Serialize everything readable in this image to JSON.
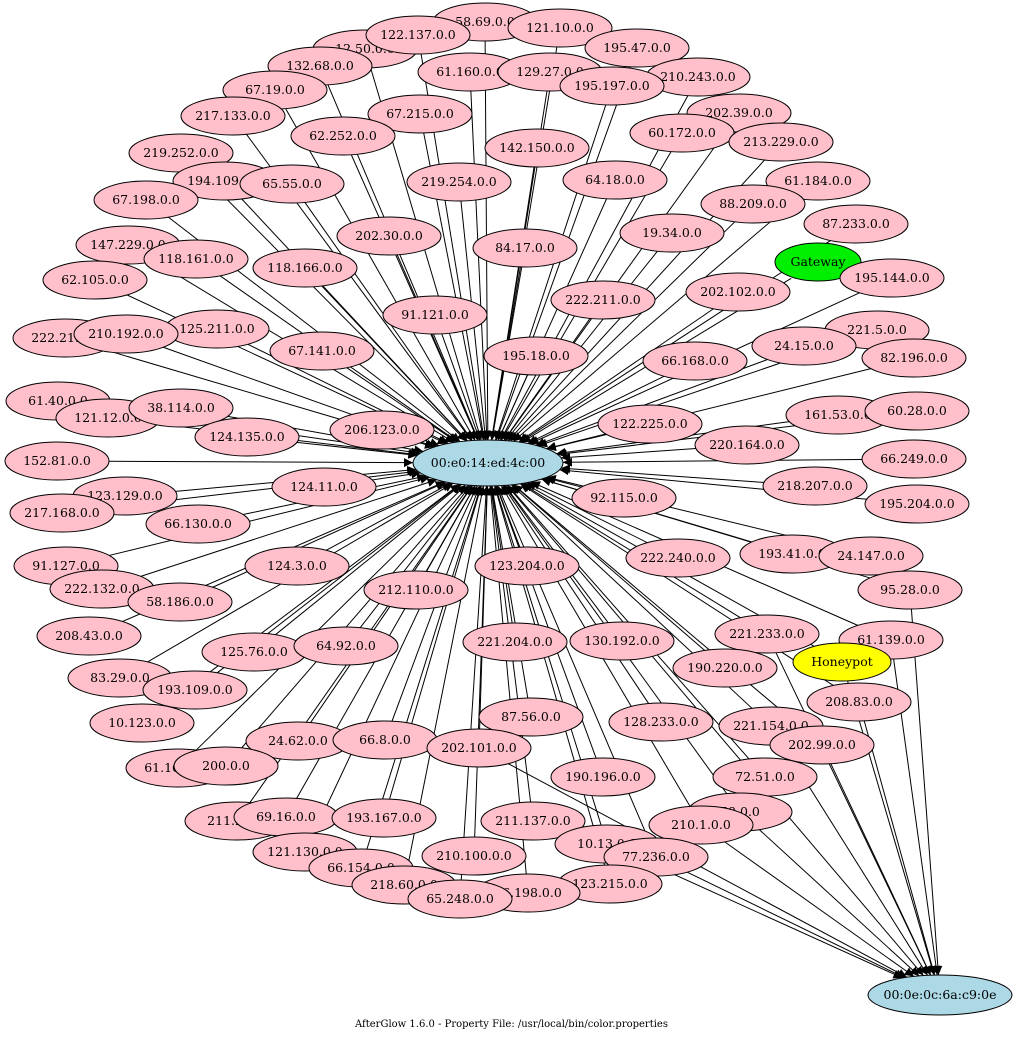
{
  "footer": "AfterGlow 1.6.0 - Property File: /usr/local/bin/color.properties",
  "colors": {
    "ip_node": "#ffc0cb",
    "mac_node": "#add8e6",
    "gateway": "#00ee00",
    "honeypot": "#ffff00",
    "edge": "#000000"
  },
  "hubs": [
    {
      "id": "hub-main",
      "label": "00:e0:14:ed:4c:00"
    },
    {
      "id": "hub-secondary",
      "label": "00:0e:0c:6a:c9:0e"
    }
  ],
  "nodes": [
    {
      "label": "58.69.0.0",
      "type": "ip"
    },
    {
      "label": "121.10.0.0",
      "type": "ip"
    },
    {
      "label": "12.50.0.0",
      "type": "ip"
    },
    {
      "label": "122.137.0.0",
      "type": "ip"
    },
    {
      "label": "195.47.0.0",
      "type": "ip"
    },
    {
      "label": "61.160.0.0",
      "type": "ip"
    },
    {
      "label": "129.27.0.0",
      "type": "ip"
    },
    {
      "label": "210.243.0.0",
      "type": "ip"
    },
    {
      "label": "132.68.0.0",
      "type": "ip"
    },
    {
      "label": "195.197.0.0",
      "type": "ip"
    },
    {
      "label": "67.19.0.0",
      "type": "ip"
    },
    {
      "label": "67.215.0.0",
      "type": "ip"
    },
    {
      "label": "202.39.0.0",
      "type": "ip"
    },
    {
      "label": "217.133.0.0",
      "type": "ip"
    },
    {
      "label": "62.252.0.0",
      "type": "ip"
    },
    {
      "label": "60.172.0.0",
      "type": "ip"
    },
    {
      "label": "213.229.0.0",
      "type": "ip"
    },
    {
      "label": "142.150.0.0",
      "type": "ip"
    },
    {
      "label": "219.252.0.0",
      "type": "ip"
    },
    {
      "label": "194.109.0.0",
      "type": "ip"
    },
    {
      "label": "65.55.0.0",
      "type": "ip"
    },
    {
      "label": "219.254.0.0",
      "type": "ip"
    },
    {
      "label": "64.18.0.0",
      "type": "ip"
    },
    {
      "label": "61.184.0.0",
      "type": "ip"
    },
    {
      "label": "67.198.0.0",
      "type": "ip"
    },
    {
      "label": "88.209.0.0",
      "type": "ip"
    },
    {
      "label": "87.233.0.0",
      "type": "ip"
    },
    {
      "label": "202.30.0.0",
      "type": "ip"
    },
    {
      "label": "19.34.0.0",
      "type": "ip"
    },
    {
      "label": "147.229.0.0",
      "type": "ip"
    },
    {
      "label": "84.17.0.0",
      "type": "ip"
    },
    {
      "label": "Gateway",
      "type": "gateway"
    },
    {
      "label": "118.161.0.0",
      "type": "ip"
    },
    {
      "label": "118.166.0.0",
      "type": "ip"
    },
    {
      "label": "195.144.0.0",
      "type": "ip"
    },
    {
      "label": "62.105.0.0",
      "type": "ip"
    },
    {
      "label": "202.102.0.0",
      "type": "ip"
    },
    {
      "label": "222.211.0.0",
      "type": "ip"
    },
    {
      "label": "91.121.0.0",
      "type": "ip"
    },
    {
      "label": "125.211.0.0",
      "type": "ip"
    },
    {
      "label": "222.21.0.0",
      "type": "ip"
    },
    {
      "label": "210.192.0.0",
      "type": "ip"
    },
    {
      "label": "221.5.0.0",
      "type": "ip"
    },
    {
      "label": "67.141.0.0",
      "type": "ip"
    },
    {
      "label": "24.15.0.0",
      "type": "ip"
    },
    {
      "label": "195.18.0.0",
      "type": "ip"
    },
    {
      "label": "66.168.0.0",
      "type": "ip"
    },
    {
      "label": "82.196.0.0",
      "type": "ip"
    },
    {
      "label": "61.40.0.0",
      "type": "ip"
    },
    {
      "label": "121.12.0.0",
      "type": "ip"
    },
    {
      "label": "38.114.0.0",
      "type": "ip"
    },
    {
      "label": "161.53.0.0",
      "type": "ip"
    },
    {
      "label": "60.28.0.0",
      "type": "ip"
    },
    {
      "label": "122.225.0.0",
      "type": "ip"
    },
    {
      "label": "206.123.0.0",
      "type": "ip"
    },
    {
      "label": "124.135.0.0",
      "type": "ip"
    },
    {
      "label": "220.164.0.0",
      "type": "ip"
    },
    {
      "label": "152.81.0.0",
      "type": "ip"
    },
    {
      "label": "66.249.0.0",
      "type": "ip"
    },
    {
      "label": "124.11.0.0",
      "type": "ip"
    },
    {
      "label": "123.129.0.0",
      "type": "ip"
    },
    {
      "label": "218.207.0.0",
      "type": "ip"
    },
    {
      "label": "217.168.0.0",
      "type": "ip"
    },
    {
      "label": "92.115.0.0",
      "type": "ip"
    },
    {
      "label": "195.204.0.0",
      "type": "ip"
    },
    {
      "label": "66.130.0.0",
      "type": "ip"
    },
    {
      "label": "91.127.0.0",
      "type": "ip"
    },
    {
      "label": "222.240.0.0",
      "type": "ip"
    },
    {
      "label": "193.41.0.0",
      "type": "ip"
    },
    {
      "label": "24.147.0.0",
      "type": "ip"
    },
    {
      "label": "124.3.0.0",
      "type": "ip"
    },
    {
      "label": "123.204.0.0",
      "type": "ip"
    },
    {
      "label": "222.132.0.0",
      "type": "ip"
    },
    {
      "label": "58.186.0.0",
      "type": "ip"
    },
    {
      "label": "212.110.0.0",
      "type": "ip"
    },
    {
      "label": "95.28.0.0",
      "type": "ip"
    },
    {
      "label": "208.43.0.0",
      "type": "ip"
    },
    {
      "label": "221.233.0.0",
      "type": "ip"
    },
    {
      "label": "61.139.0.0",
      "type": "ip"
    },
    {
      "label": "221.204.0.0",
      "type": "ip"
    },
    {
      "label": "130.192.0.0",
      "type": "ip"
    },
    {
      "label": "125.76.0.0",
      "type": "ip"
    },
    {
      "label": "64.92.0.0",
      "type": "ip"
    },
    {
      "label": "Honeypot",
      "type": "honeypot"
    },
    {
      "label": "190.220.0.0",
      "type": "ip"
    },
    {
      "label": "83.29.0.0",
      "type": "ip"
    },
    {
      "label": "193.109.0.0",
      "type": "ip"
    },
    {
      "label": "208.83.0.0",
      "type": "ip"
    },
    {
      "label": "87.56.0.0",
      "type": "ip"
    },
    {
      "label": "128.233.0.0",
      "type": "ip"
    },
    {
      "label": "10.123.0.0",
      "type": "ip"
    },
    {
      "label": "221.154.0.0",
      "type": "ip"
    },
    {
      "label": "24.62.0.0",
      "type": "ip"
    },
    {
      "label": "66.8.0.0",
      "type": "ip"
    },
    {
      "label": "202.101.0.0",
      "type": "ip"
    },
    {
      "label": "202.99.0.0",
      "type": "ip"
    },
    {
      "label": "61.161.0.0",
      "type": "ip"
    },
    {
      "label": "200.0.0",
      "type": "ip"
    },
    {
      "label": "72.51.0.0",
      "type": "ip"
    },
    {
      "label": "190.196.0.0",
      "type": "ip"
    },
    {
      "label": "211.2.0.0",
      "type": "ip"
    },
    {
      "label": "69.16.0.0",
      "type": "ip"
    },
    {
      "label": "193.167.0.0",
      "type": "ip"
    },
    {
      "label": "58.0.0",
      "type": "ip"
    },
    {
      "label": "211.137.0.0",
      "type": "ip"
    },
    {
      "label": "210.1.0.0",
      "type": "ip"
    },
    {
      "label": "121.130.0.0",
      "type": "ip"
    },
    {
      "label": "10.13.0.0",
      "type": "ip"
    },
    {
      "label": "210.100.0.0",
      "type": "ip"
    },
    {
      "label": "77.236.0.0",
      "type": "ip"
    },
    {
      "label": "66.154.0.0",
      "type": "ip"
    },
    {
      "label": "218.60.0.0",
      "type": "ip"
    },
    {
      "label": "123.215.0.0",
      "type": "ip"
    },
    {
      "label": "66.198.0.0",
      "type": "ip"
    },
    {
      "label": "65.248.0.0",
      "type": "ip"
    }
  ],
  "secondary_sources": [
    "Honeypot",
    "61.139.0.0",
    "208.83.0.0",
    "221.154.0.0",
    "202.99.0.0",
    "77.236.0.0",
    "210.1.0.0",
    "58.0.0",
    "202.101.0.0",
    "95.28.0.0",
    "221.233.0.0",
    "10.13.0.0"
  ]
}
